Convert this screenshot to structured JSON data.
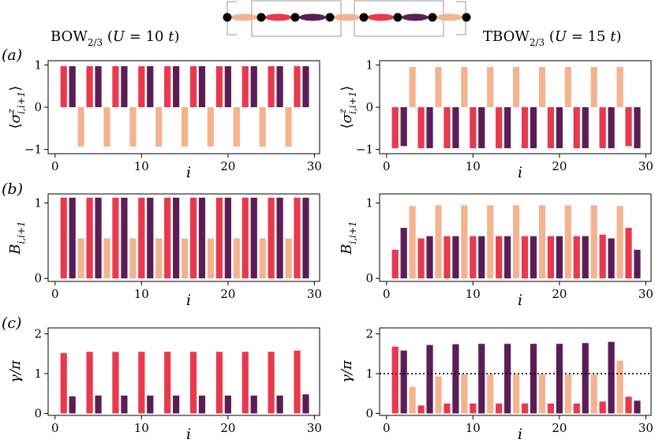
{
  "colors": {
    "red": "#e8394d",
    "purple": "#5c1d55",
    "peach": "#f4b38f",
    "frame": "#999999"
  },
  "header": {
    "left_title": "BOW2/3 (U = 10 t)",
    "right_title": "TBOW2/3 (U = 15 t)"
  },
  "row_labels": [
    "(a)",
    "(b)",
    "(c)"
  ],
  "x_ticks": [
    "0",
    "10",
    "20",
    "30"
  ],
  "chart_data": [
    {
      "id": "a-left",
      "type": "bar",
      "xlabel": "i",
      "ylabel": "⟨σ^z_{i,i+1}⟩",
      "ylim": [
        -1.1,
        1.1
      ],
      "yticks": [
        "−1",
        "0",
        "1"
      ],
      "ytick_values": [
        -1,
        0,
        1
      ],
      "x": [
        1,
        2,
        3,
        4,
        5,
        6,
        7,
        8,
        9,
        10,
        11,
        12,
        13,
        14,
        15,
        16,
        17,
        18,
        19,
        20,
        21,
        22,
        23,
        24,
        25,
        26,
        27,
        28,
        29
      ],
      "values": [
        0.97,
        0.97,
        -0.93,
        0.97,
        0.97,
        -0.93,
        0.97,
        0.97,
        -0.93,
        0.97,
        0.97,
        -0.93,
        0.97,
        0.97,
        -0.93,
        0.97,
        0.97,
        -0.93,
        0.97,
        0.97,
        -0.93,
        0.97,
        0.97,
        -0.93,
        0.97,
        0.97,
        -0.93,
        0.97,
        0.97
      ]
    },
    {
      "id": "a-right",
      "type": "bar",
      "xlabel": "i",
      "ylabel": "⟨σ^z_{i,i+1}⟩",
      "ylim": [
        -1.1,
        1.1
      ],
      "yticks": [
        "−1",
        "0",
        "1"
      ],
      "ytick_values": [
        -1,
        0,
        1
      ],
      "x": [
        1,
        2,
        3,
        4,
        5,
        6,
        7,
        8,
        9,
        10,
        11,
        12,
        13,
        14,
        15,
        16,
        17,
        18,
        19,
        20,
        21,
        22,
        23,
        24,
        25,
        26,
        27,
        28,
        29
      ],
      "values": [
        -0.97,
        -0.92,
        0.95,
        -0.97,
        -0.97,
        0.95,
        -0.97,
        -0.97,
        0.95,
        -0.97,
        -0.97,
        0.95,
        -0.97,
        -0.97,
        0.95,
        -0.97,
        -0.97,
        0.95,
        -0.97,
        -0.97,
        0.95,
        -0.97,
        -0.97,
        0.95,
        -0.97,
        -0.97,
        0.95,
        -0.92,
        -0.97
      ]
    },
    {
      "id": "b-left",
      "type": "bar",
      "xlabel": "i",
      "ylabel": "B_{i,i+1}",
      "ylim": [
        -0.04,
        1.12
      ],
      "yticks": [
        "0",
        "1"
      ],
      "ytick_values": [
        0,
        1
      ],
      "x": [
        1,
        2,
        3,
        4,
        5,
        6,
        7,
        8,
        9,
        10,
        11,
        12,
        13,
        14,
        15,
        16,
        17,
        18,
        19,
        20,
        21,
        22,
        23,
        24,
        25,
        26,
        27,
        28,
        29
      ],
      "values": [
        1.07,
        1.07,
        0.53,
        1.07,
        1.07,
        0.53,
        1.07,
        1.07,
        0.53,
        1.07,
        1.07,
        0.53,
        1.07,
        1.07,
        0.53,
        1.07,
        1.07,
        0.53,
        1.07,
        1.07,
        0.53,
        1.07,
        1.07,
        0.53,
        1.07,
        1.07,
        0.53,
        1.07,
        1.07
      ]
    },
    {
      "id": "b-right",
      "type": "bar",
      "xlabel": "i",
      "ylabel": "B_{i,i+1}",
      "ylim": [
        -0.04,
        1.12
      ],
      "yticks": [
        "0",
        "1"
      ],
      "ytick_values": [
        0,
        1
      ],
      "x": [
        1,
        2,
        3,
        4,
        5,
        6,
        7,
        8,
        9,
        10,
        11,
        12,
        13,
        14,
        15,
        16,
        17,
        18,
        19,
        20,
        21,
        22,
        23,
        24,
        25,
        26,
        27,
        28,
        29
      ],
      "values": [
        0.38,
        0.67,
        0.96,
        0.53,
        0.56,
        0.97,
        0.56,
        0.56,
        0.97,
        0.56,
        0.56,
        0.97,
        0.56,
        0.56,
        0.97,
        0.56,
        0.56,
        0.97,
        0.56,
        0.56,
        0.97,
        0.56,
        0.56,
        0.97,
        0.58,
        0.53,
        0.96,
        0.67,
        0.38
      ]
    },
    {
      "id": "c-left",
      "type": "bar",
      "xlabel": "i",
      "ylabel": "γ/π",
      "ylim": [
        -0.05,
        2.15
      ],
      "yticks": [
        "0",
        "1",
        "2"
      ],
      "ytick_values": [
        0,
        1,
        2
      ],
      "x": [
        1,
        2,
        4,
        5,
        7,
        8,
        10,
        11,
        13,
        14,
        16,
        17,
        19,
        20,
        22,
        23,
        25,
        26,
        28,
        29
      ],
      "values": [
        1.52,
        0.43,
        1.55,
        0.45,
        1.55,
        0.45,
        1.55,
        0.45,
        1.55,
        0.45,
        1.55,
        0.45,
        1.55,
        0.45,
        1.55,
        0.45,
        1.55,
        0.45,
        1.58,
        0.48
      ]
    },
    {
      "id": "c-right",
      "type": "bar",
      "xlabel": "i",
      "ylabel": "γ/π",
      "ylim": [
        -0.05,
        2.15
      ],
      "yticks": [
        "0",
        "1",
        "2"
      ],
      "ytick_values": [
        0,
        1,
        2
      ],
      "hline": 1,
      "x": [
        1,
        2,
        3,
        4,
        5,
        6,
        7,
        8,
        9,
        10,
        11,
        12,
        13,
        14,
        15,
        16,
        17,
        18,
        19,
        20,
        21,
        22,
        23,
        24,
        25,
        26,
        27,
        28,
        29
      ],
      "values": [
        1.68,
        1.58,
        0.67,
        0.2,
        1.72,
        0.93,
        0.25,
        1.74,
        0.98,
        0.25,
        1.75,
        0.98,
        0.25,
        1.75,
        0.98,
        0.25,
        1.75,
        0.98,
        0.25,
        1.75,
        0.98,
        0.25,
        1.77,
        0.98,
        0.3,
        1.8,
        1.33,
        0.42,
        0.32
      ]
    }
  ]
}
